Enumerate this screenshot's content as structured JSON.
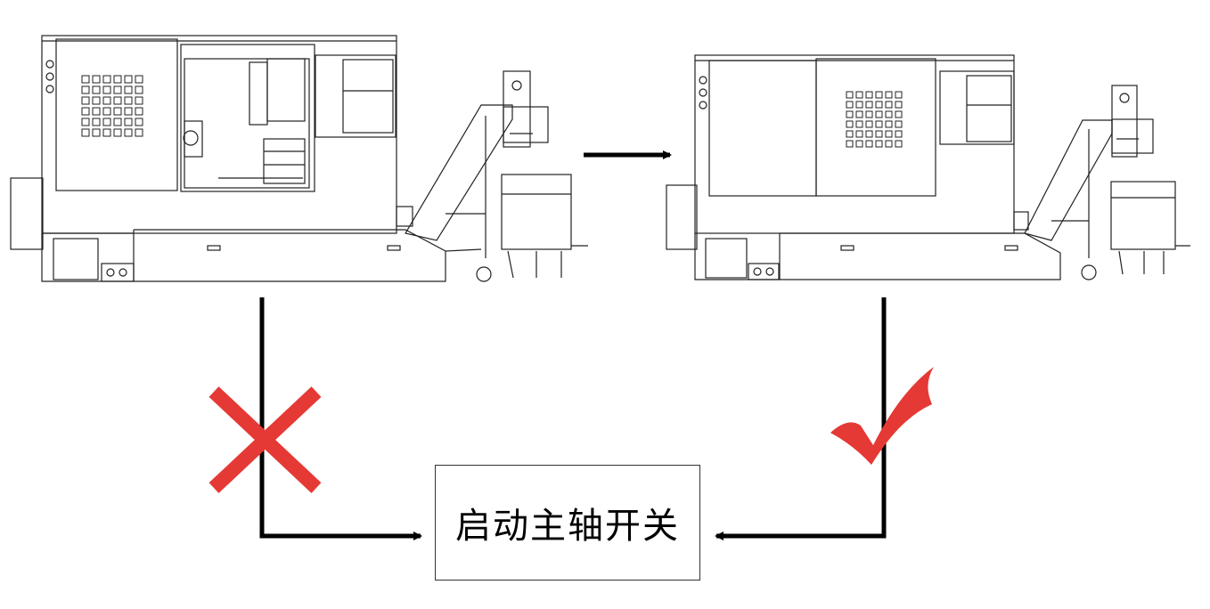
{
  "action_box": {
    "label": "启动主轴开关"
  },
  "icons": {
    "wrong": "red-x-icon",
    "correct": "red-checkmark-icon"
  },
  "colors": {
    "mark": "#e53935",
    "line": "#000000",
    "machine_stroke": "#222222"
  },
  "machines": [
    {
      "name": "cnc-lathe-door-open",
      "door_state": "open"
    },
    {
      "name": "cnc-lathe-door-closed",
      "door_state": "closed"
    }
  ]
}
